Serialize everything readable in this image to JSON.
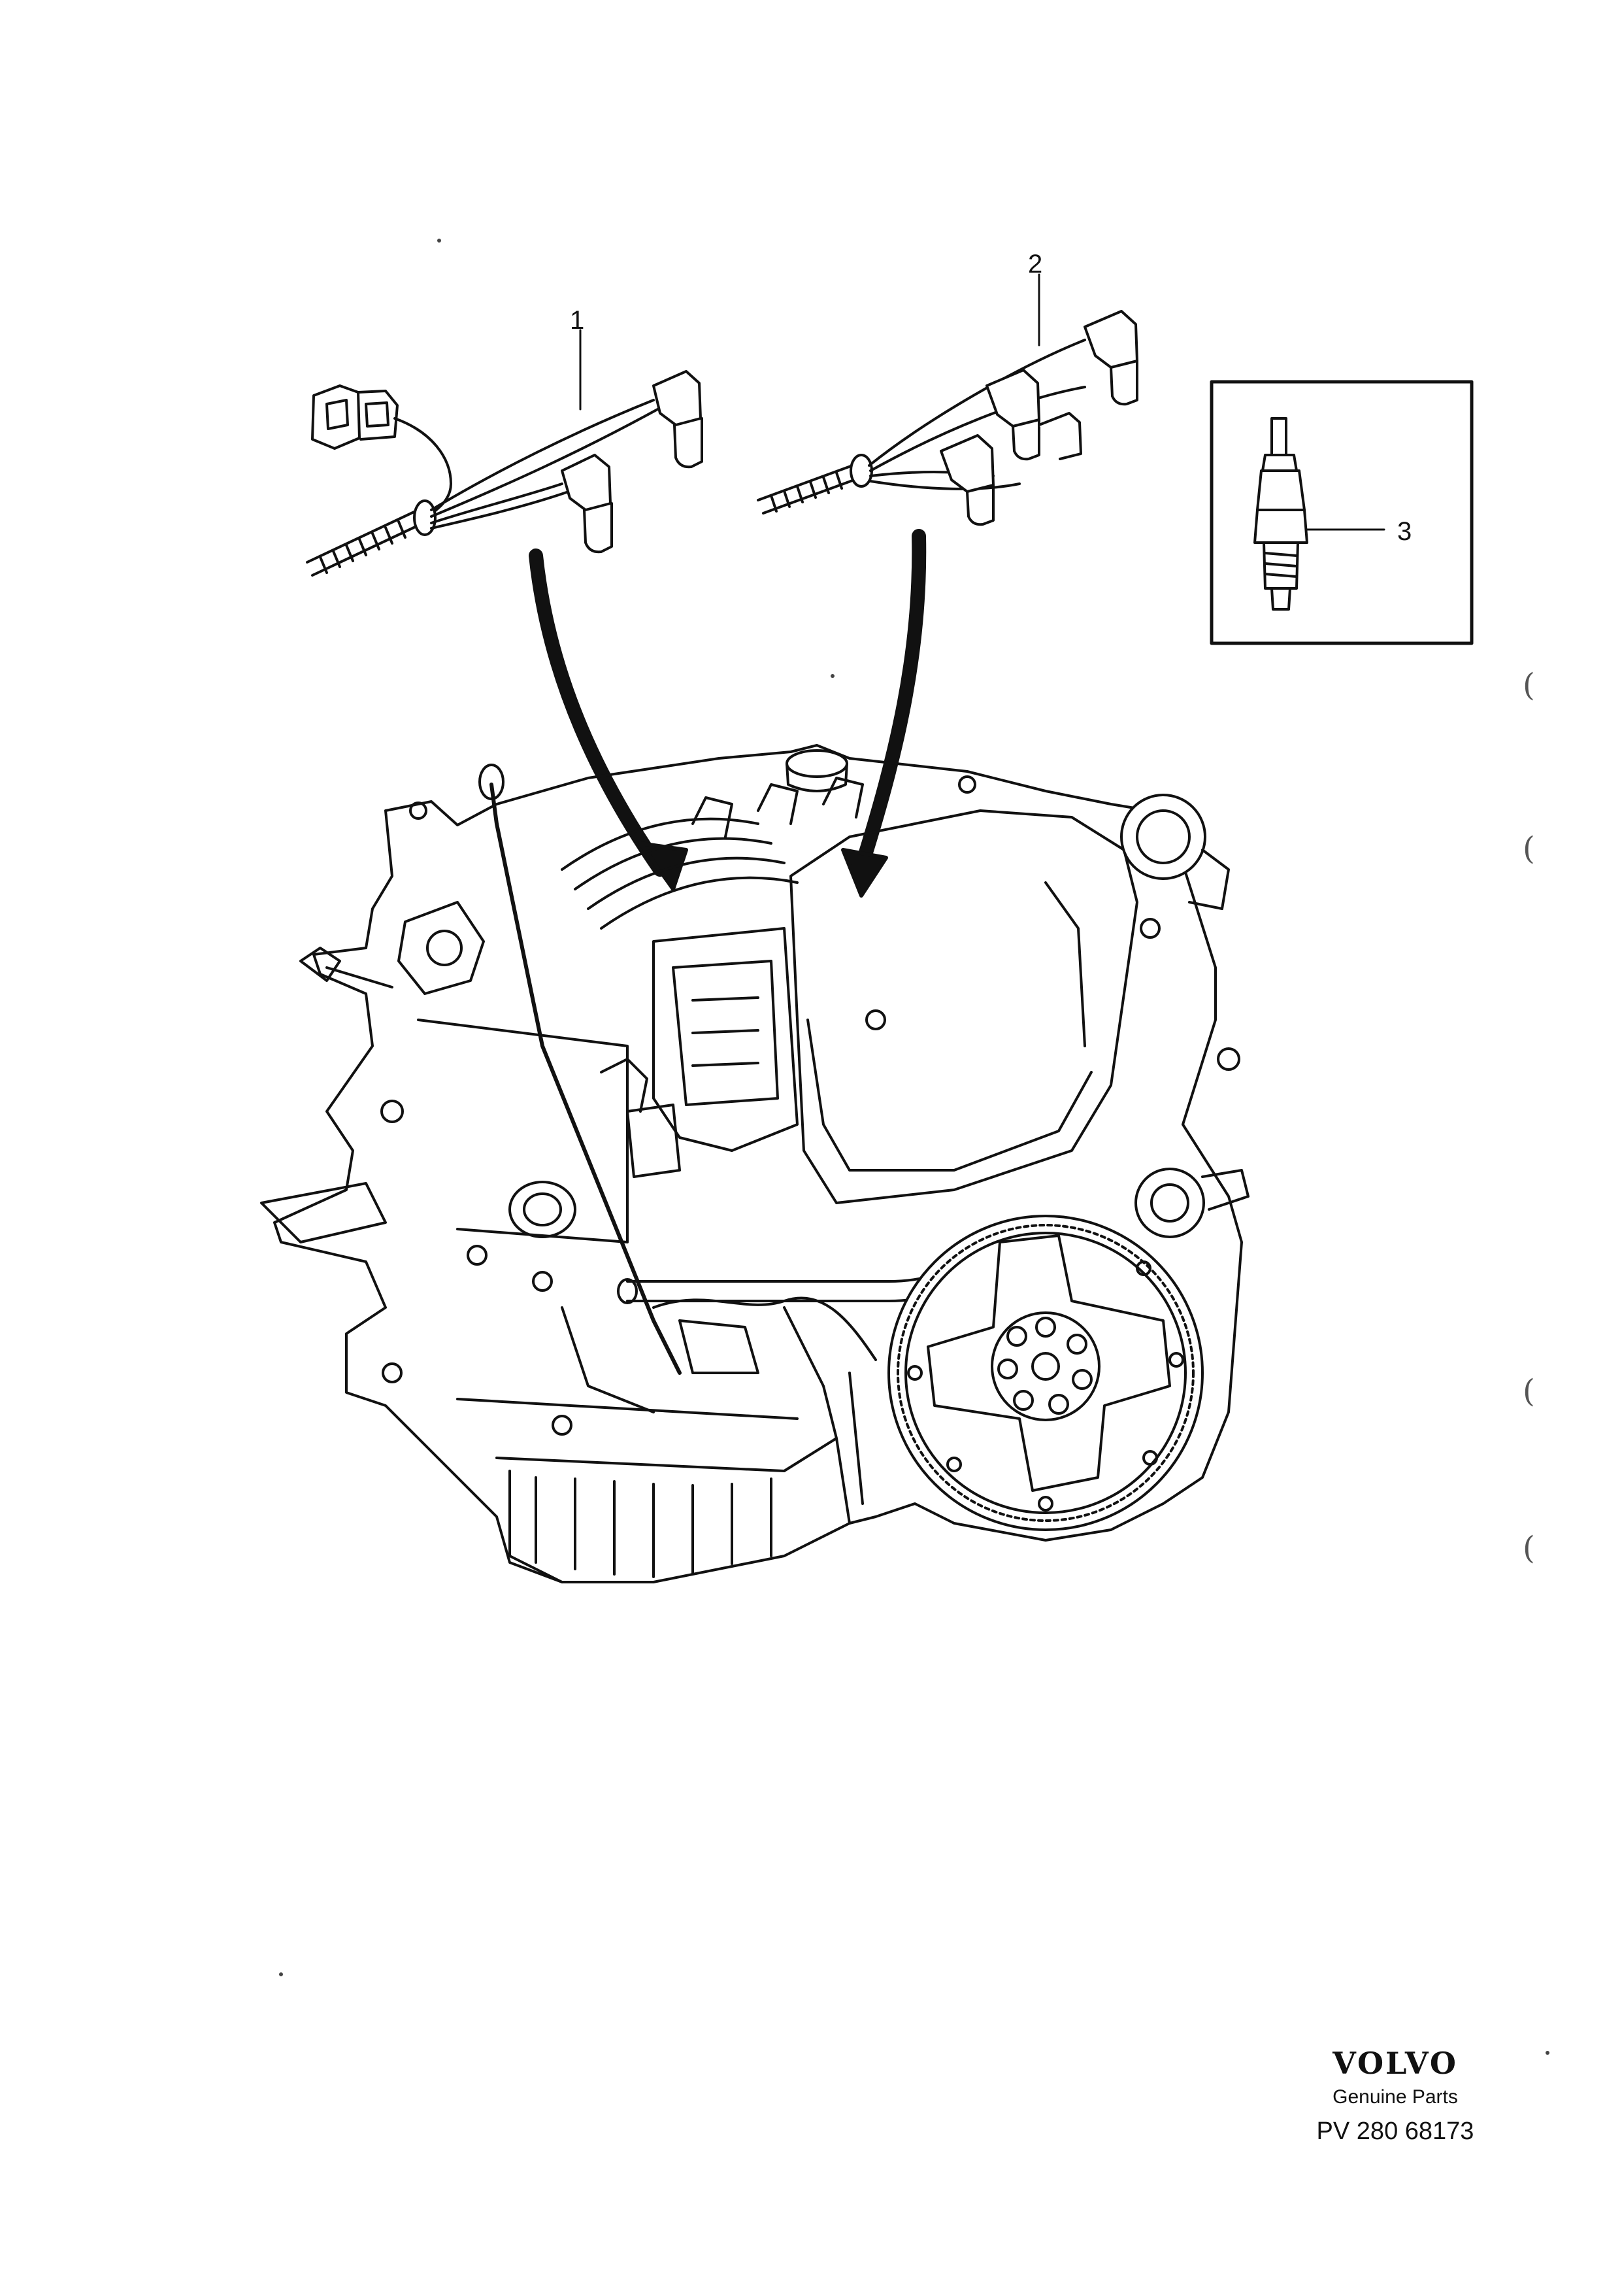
{
  "callouts": [
    {
      "id": "1",
      "label": "1"
    },
    {
      "id": "2",
      "label": "2"
    },
    {
      "id": "3",
      "label": "3"
    }
  ],
  "brand": {
    "logo_text": "VOLVO",
    "tagline": "Genuine Parts",
    "doc_number": "PV 280 68173"
  },
  "margin_marks": [
    "(",
    "(",
    "(",
    "("
  ],
  "colors": {
    "line": "#111111",
    "background": "#ffffff"
  }
}
